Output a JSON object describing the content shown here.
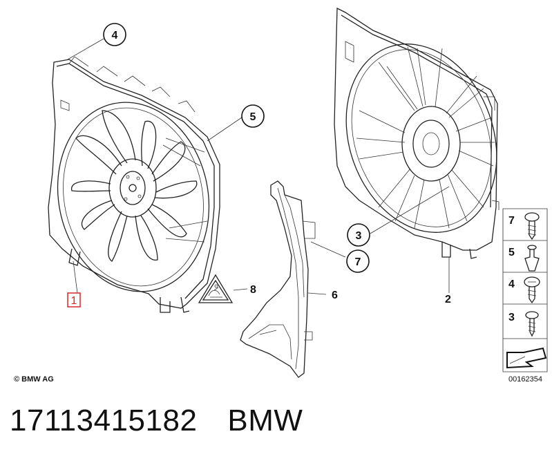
{
  "diagram": {
    "callouts": [
      {
        "label": "4"
      },
      {
        "label": "5"
      },
      {
        "label": "3"
      },
      {
        "label": "7"
      }
    ],
    "plain_labels": {
      "l8": "8",
      "l6": "6",
      "l2": "2"
    },
    "highlighted_label": "1",
    "legend_labels": [
      "7",
      "5",
      "4",
      "3"
    ],
    "copyright": "© BMW AG",
    "diagram_number": "00162354"
  },
  "footer": {
    "part_number": "17113415182",
    "brand": "BMW"
  },
  "colors": {
    "highlight": "#d8262c",
    "line": "#222222"
  }
}
